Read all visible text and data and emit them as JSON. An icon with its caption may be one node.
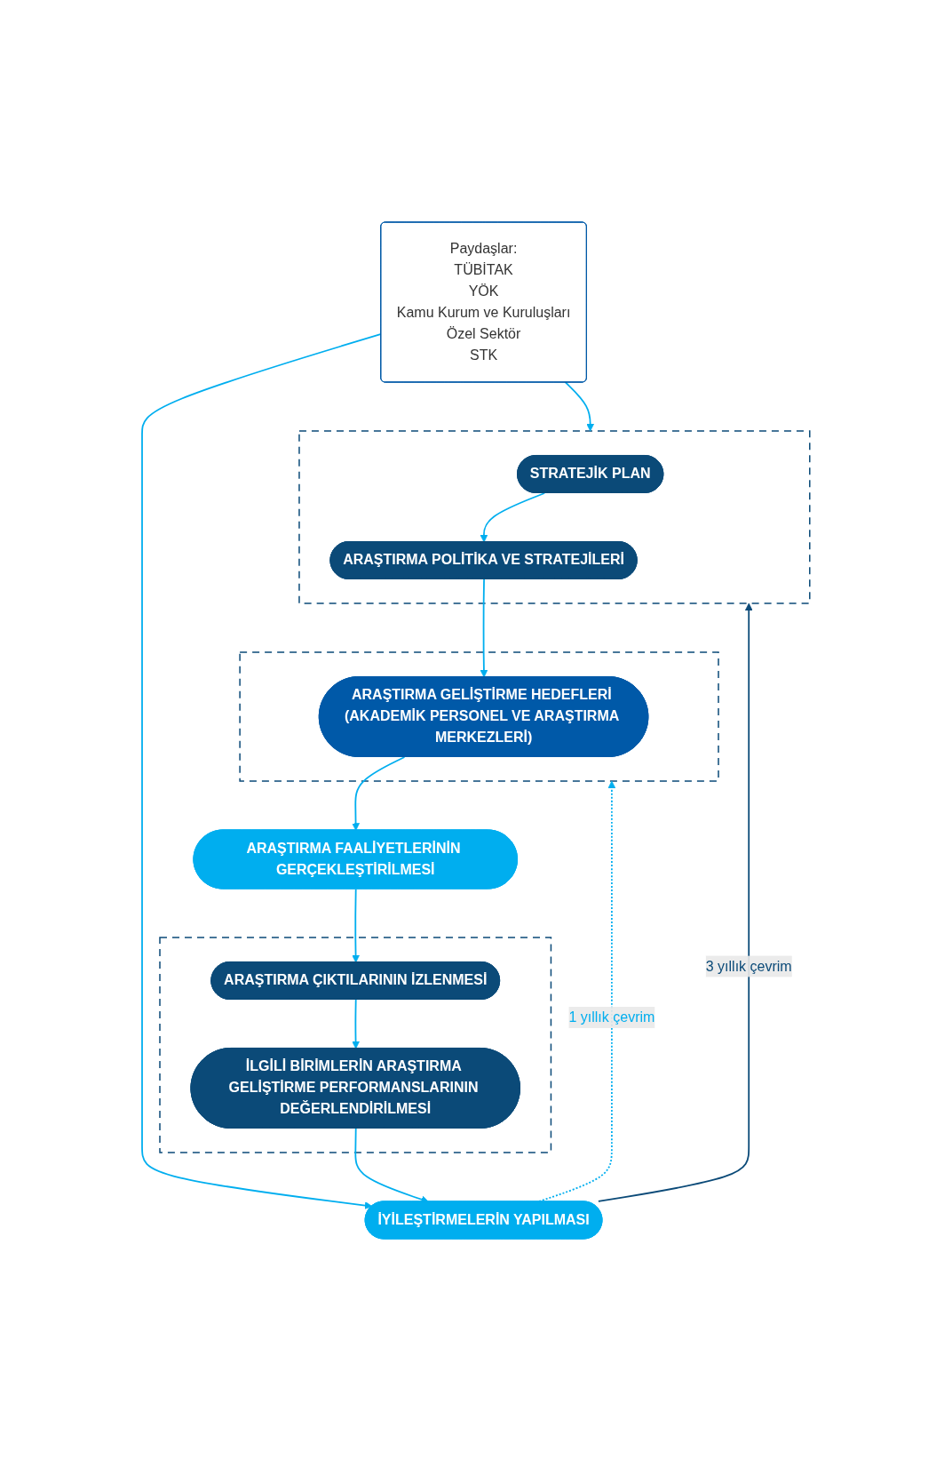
{
  "diagram": {
    "nodes": [
      {
        "text": [],
        "shape": "box"
      },
      {
        "text": [
          "STRATEJİK PLAN"
        ],
        "in": 0
      },
      {
        "text": [
          "ARAŞTIRMA POLİTİKA VE STRATEJİLERİ"
        ],
        "in": 0
      },
      {
        "text": [],
        "shape": "box"
      },
      {
        "text": [
          "ARAŞTIRMA GELİŞTİRME HEDEFLERİ (AKADEMİK PERSONEL VE ARAŞTIRMA MERKEZLERİ)"
        ],
        "in": 3
      },
      {
        "text": [
          "ARAŞTIRMA FAALİYETLERİNİN GERÇEKLEŞTİRİLMESİ"
        ]
      },
      {
        "text": [],
        "shape": "box"
      },
      {
        "text": [
          "ARAŞTIRMA ÇIKTILARININ İZLENMESİ"
        ],
        "in": 6
      },
      {
        "text": [
          "İLGİLİ BİRİMLERİN ARAŞTIRMA GELİŞTİRME PERFORMANSLARININ DEĞERLENDİRİLMESİ"
        ],
        "in": 6
      },
      {
        "text": [
          "İYİLEŞTİRMELERİN YAPILMASI"
        ]
      },
      {
        "text": [
          "Paydaşlar:",
          "TÜBİTAK",
          "YÖK",
          "Kamu Kurum ve Kuruluşları",
          "Özel Sektör",
          "STK"
        ]
      }
    ],
    "edges": [
      {
        "from": 1,
        "to": 2,
        "arrow": "to"
      },
      {
        "from": 2,
        "to": 4,
        "arrow": "to"
      },
      {
        "from": 4,
        "to": 5,
        "arrow": "to"
      },
      {
        "from": 5,
        "to": 7,
        "arrow": "to"
      },
      {
        "from": 7,
        "to": 8,
        "arrow": "to"
      },
      {
        "from": 8,
        "to": 9,
        "arrow": "to"
      },
      {
        "from": 9,
        "to": 0,
        "arrow": "to",
        "label": "3 yıllık çevrim",
        "color": "#0b4a78"
      },
      {
        "from": 9,
        "to": 3,
        "arrow": "to",
        "label": "1 yıllık çevrim",
        "style": "dashed"
      },
      {
        "from": 10,
        "to": 0,
        "arrow": "to"
      },
      {
        "from": 10,
        "to": 9,
        "arrow": "to"
      }
    ]
  }
}
